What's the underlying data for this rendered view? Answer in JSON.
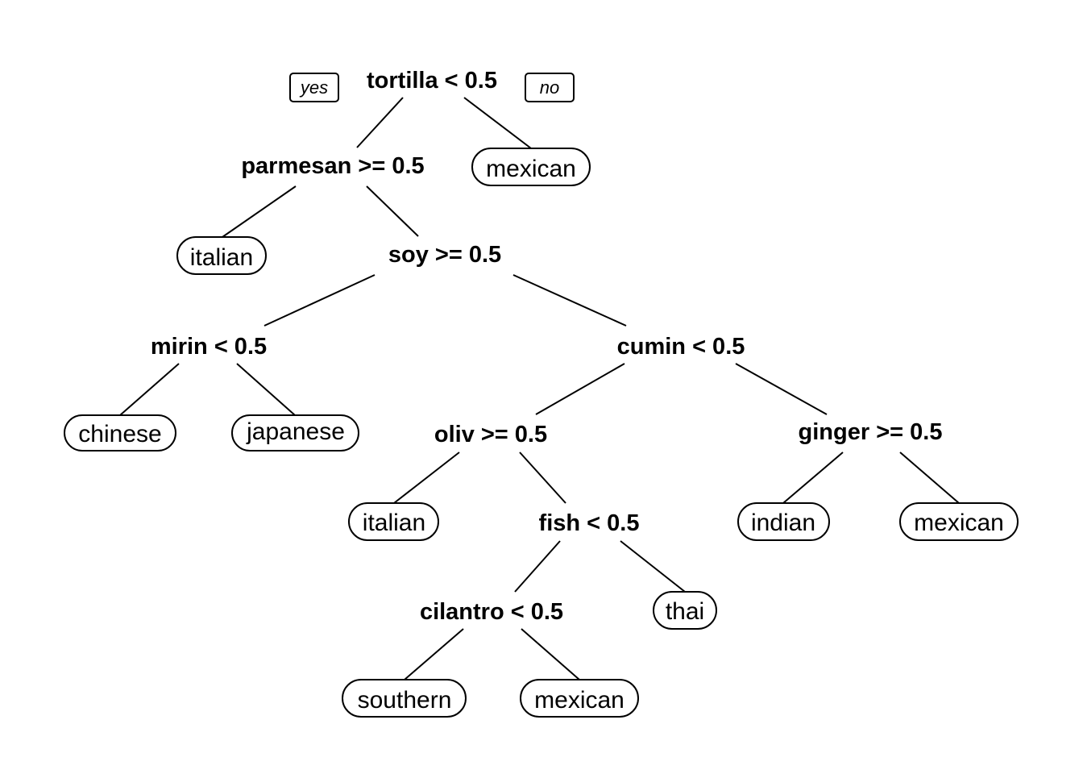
{
  "tree": {
    "direction_labels": {
      "yes": "yes",
      "no": "no"
    },
    "splits": {
      "n1": "tortilla < 0.5",
      "n2": "parmesan >= 0.5",
      "n5": "soy >= 0.5",
      "n10": "mirin < 0.5",
      "n11": "cumin < 0.5",
      "n22": "oliv >= 0.5",
      "n23": "ginger >= 0.5",
      "n45": "fish < 0.5",
      "n90": "cilantro < 0.5"
    },
    "leaves": {
      "n3": "mexican",
      "n4": "italian",
      "n20": "chinese",
      "n21": "japanese",
      "n44": "italian",
      "n46": "indian",
      "n47": "mexican",
      "n91": "thai",
      "n180": "southern",
      "n181": "mexican"
    }
  }
}
